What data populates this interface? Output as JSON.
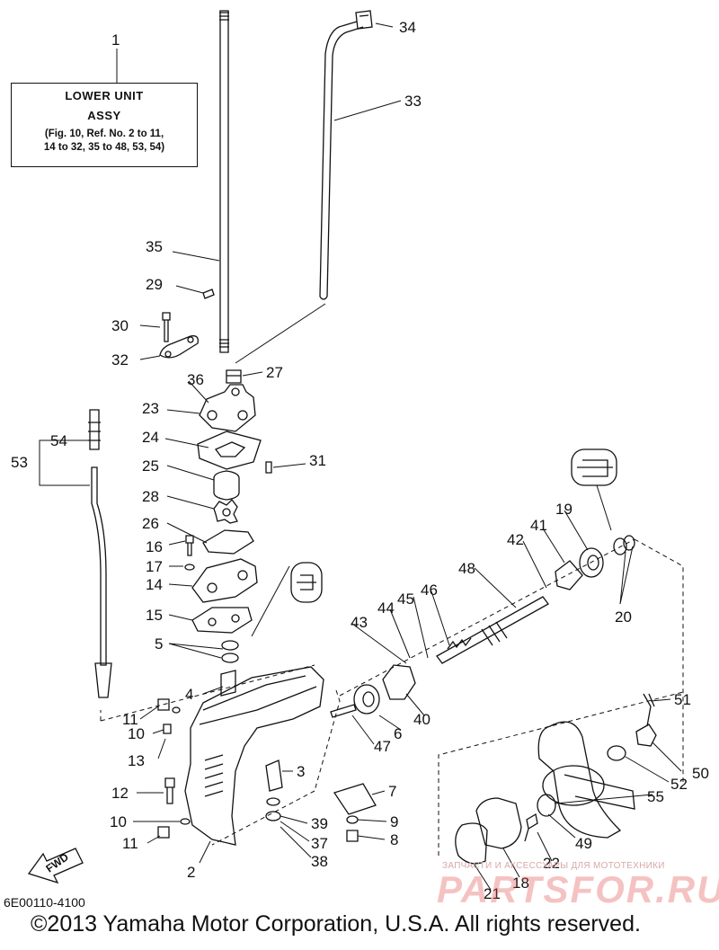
{
  "assy_box": {
    "ref": "1",
    "line1": "LOWER UNIT",
    "line2": "ASSY",
    "line3": "(Fig. 10, Ref. No. 2 to 11,",
    "line4": "14 to 32, 35 to 48, 53, 54)"
  },
  "part_callouts": [
    "34",
    "33",
    "35",
    "29",
    "30",
    "32",
    "36",
    "27",
    "23",
    "24",
    "31",
    "25",
    "53",
    "54",
    "28",
    "26",
    "16",
    "17",
    "14",
    "15",
    "5",
    "4",
    "11",
    "10",
    "13",
    "12",
    "10",
    "11",
    "2",
    "3",
    "7",
    "9",
    "8",
    "39",
    "37",
    "38",
    "47",
    "6",
    "40",
    "43",
    "44",
    "45",
    "46",
    "48",
    "42",
    "41",
    "19",
    "20",
    "51",
    "50",
    "52",
    "55",
    "49",
    "22",
    "18",
    "21"
  ],
  "fwd_label": "FWD",
  "catalog_number": "6E00110-4100",
  "copyright": "©2013 Yamaha Motor Corporation, U.S.A. All rights reserved.",
  "watermark": {
    "caption": "ЗАПЧАСТИ И АКСЕССУАРЫ ДЛЯ МОТОТЕХНИКИ",
    "brand": "PARTSFOR.RU"
  }
}
